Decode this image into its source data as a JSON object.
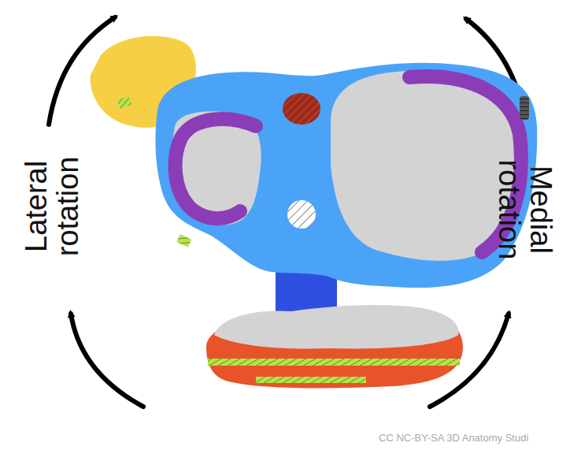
{
  "diagram": {
    "labels": [
      "Lateral rotation",
      "Medial rotation",
      "CC NC-BY-SA 3D Anatomy Studi"
    ]
  }
}
